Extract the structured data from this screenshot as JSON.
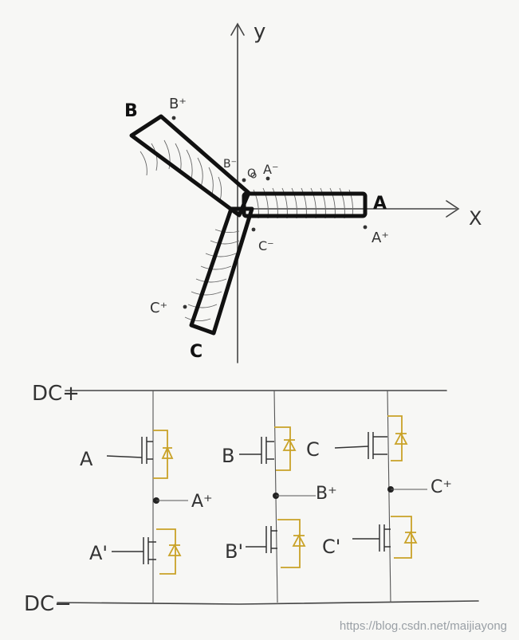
{
  "axes": {
    "x_label": "X",
    "y_label": "y"
  },
  "phases": {
    "A": {
      "name": "A",
      "plus": "A⁺",
      "minus": "A⁻"
    },
    "B": {
      "name": "B",
      "plus": "B⁺",
      "minus": "B⁻"
    },
    "C": {
      "name": "C",
      "plus": "C⁺",
      "minus": "C⁻"
    },
    "origin": "O"
  },
  "circuit": {
    "rail_top": "DC+",
    "rail_bottom": "DC−",
    "legs": [
      {
        "upper_gate": "A",
        "lower_gate": "A'",
        "output": "A⁺"
      },
      {
        "upper_gate": "B",
        "lower_gate": "B'",
        "output": "B⁺"
      },
      {
        "upper_gate": "C",
        "lower_gate": "C'",
        "output": "C⁺"
      }
    ]
  },
  "watermark": "https://blog.csdn.net/maijiayong",
  "colors": {
    "switch_diode": "#c9a227",
    "ink": "#333333",
    "paper": "#f7f7f5"
  }
}
